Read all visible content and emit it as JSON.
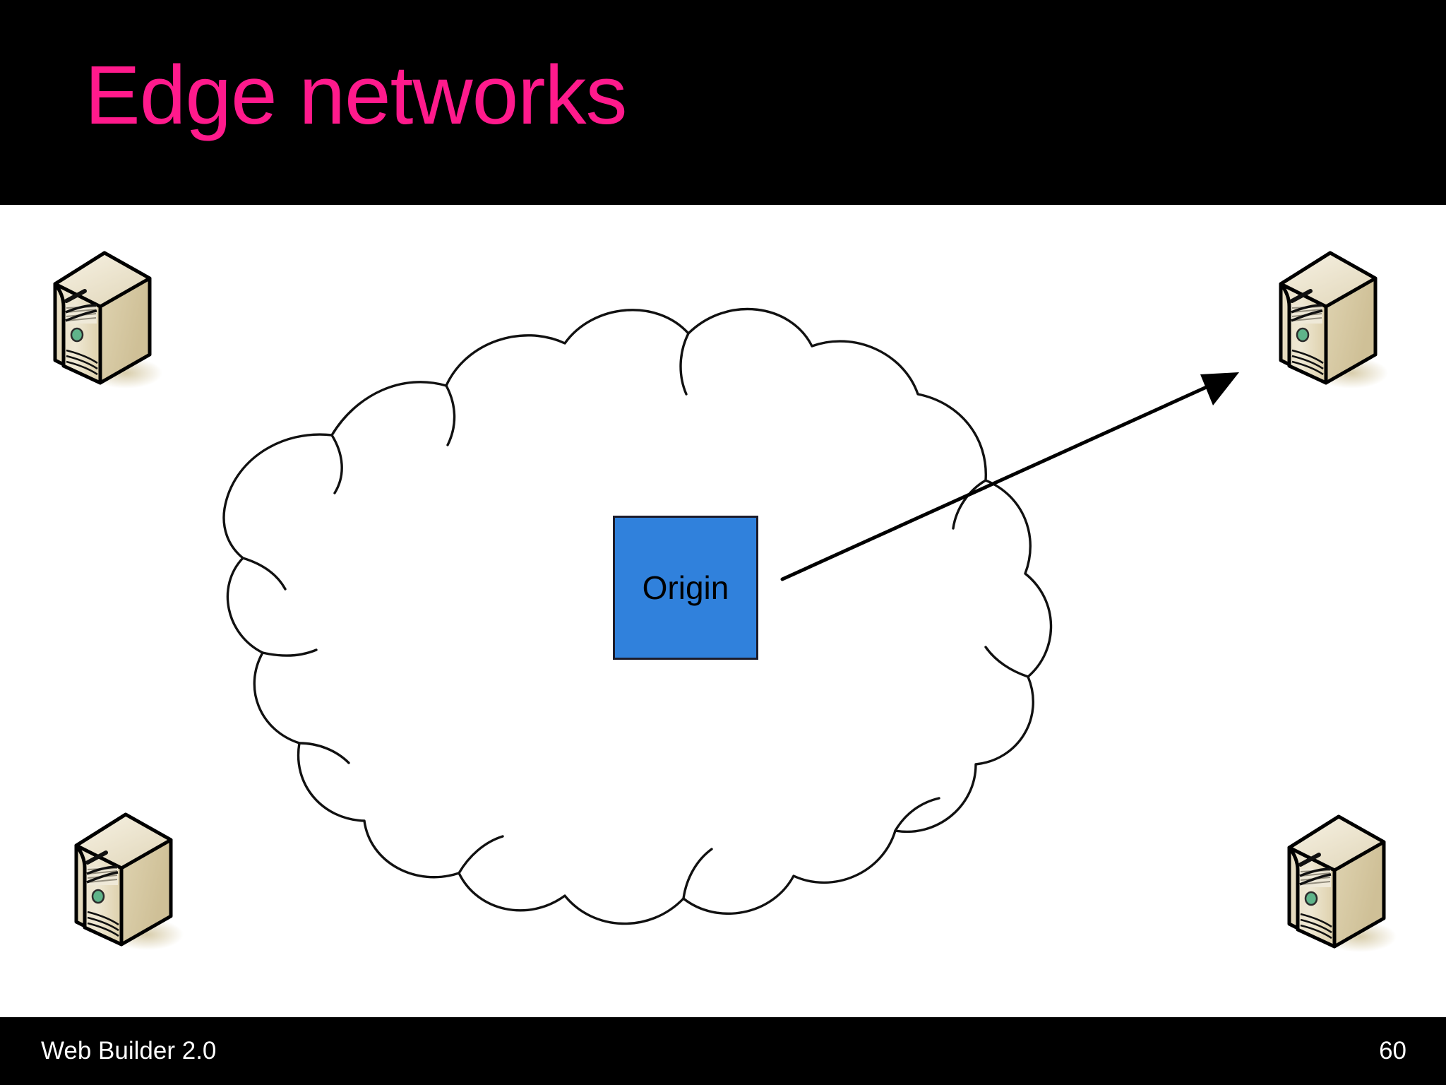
{
  "slide": {
    "title": "Edge networks",
    "title_color": "#ff1a8c",
    "title_bar_color": "#000000",
    "background_color": "#ffffff"
  },
  "diagram": {
    "type": "network-topology",
    "cloud": {
      "name": "network-cloud",
      "fill": "#ffffff",
      "stroke": "#000000",
      "style": "hand-drawn-scalloped-outline"
    },
    "origin": {
      "label": "Origin",
      "fill": "#3081dc",
      "stroke": "#1c1c2b",
      "text_color": "#000000"
    },
    "arrow": {
      "name": "origin-to-edge-arrow",
      "color": "#000000",
      "from": "origin",
      "to": "edge-server-top-right"
    },
    "servers": [
      {
        "name": "edge-server-top-left",
        "position": "top-left"
      },
      {
        "name": "edge-server-top-right",
        "position": "top-right"
      },
      {
        "name": "edge-server-bottom-left",
        "position": "bottom-left"
      },
      {
        "name": "edge-server-bottom-right",
        "position": "bottom-right"
      }
    ],
    "server_colors": {
      "face_light": "#f4eede",
      "face_mid": "#ddd2b2",
      "side_dark": "#cdbf99",
      "outline": "#000000",
      "power_led": "#5fb48a",
      "shadow": "#ddd3b6"
    }
  },
  "footer": {
    "left_text": "Web Builder 2.0",
    "page_number": "60",
    "bar_color": "#000000",
    "text_color": "#ffffff"
  }
}
